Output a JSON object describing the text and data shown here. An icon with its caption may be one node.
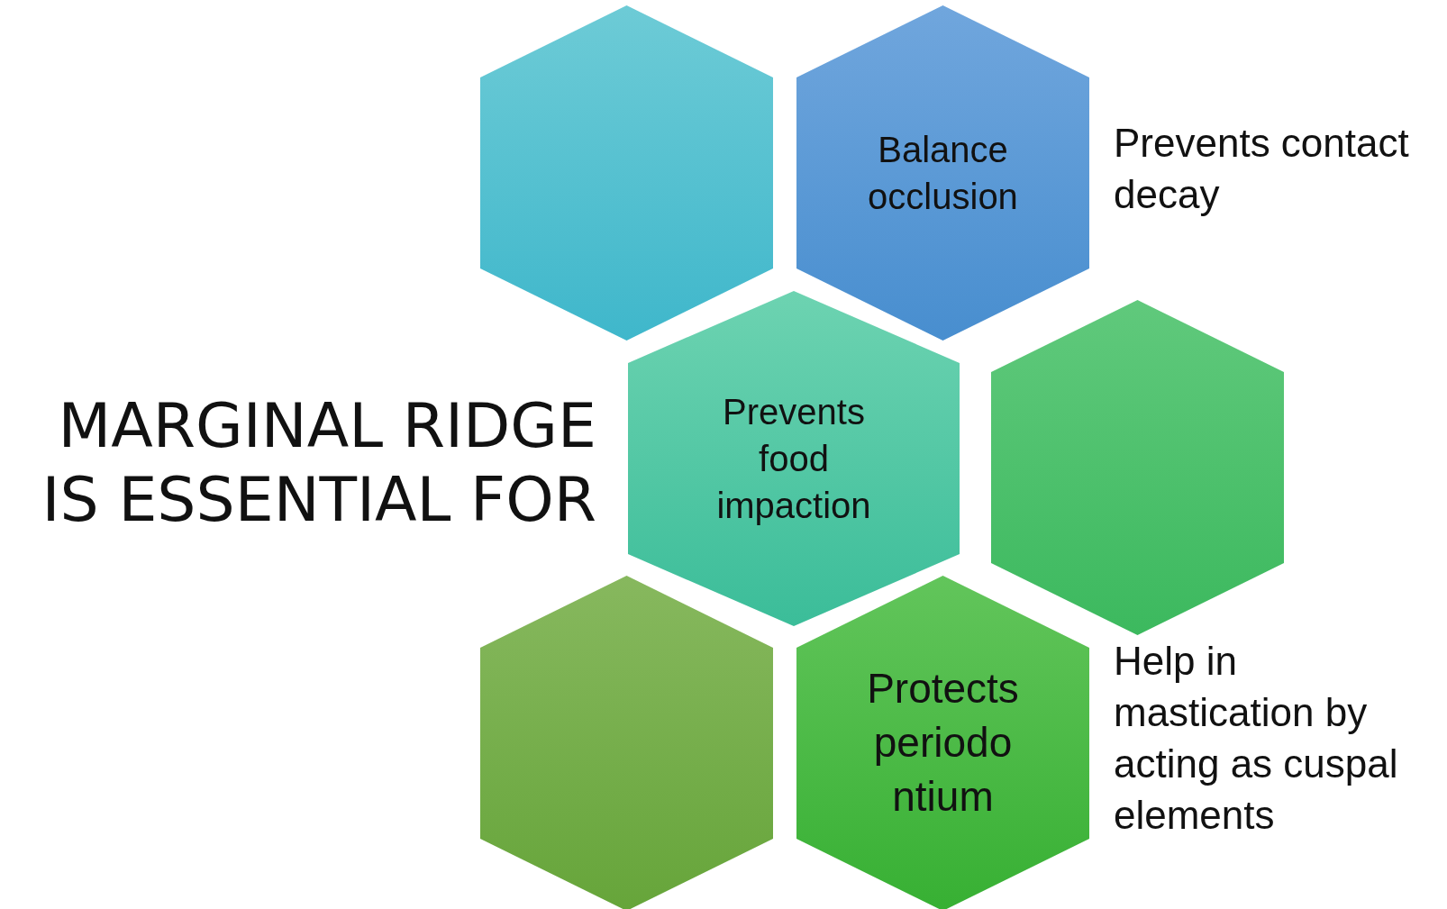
{
  "diagram": {
    "title": "MARGINAL RIDGE IS ESSENTIAL FOR",
    "nodes": [
      {
        "text": [],
        "shape": "hexagon"
      },
      {
        "text": [
          "Balance occlusion"
        ]
      },
      {
        "text": [
          "Prevents food impaction"
        ]
      },
      {
        "text": [],
        "shape": "hexagon"
      },
      {
        "text": [],
        "shape": "hexagon"
      },
      {
        "text": [
          "Protects periodo ntium"
        ]
      }
    ],
    "labels": [
      "Prevents contact decay",
      "Help in mastication by acting as cuspal elements"
    ]
  }
}
